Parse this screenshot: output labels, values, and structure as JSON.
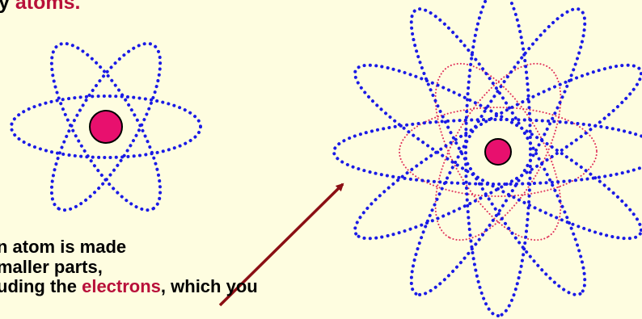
{
  "top_text": {
    "before": "y ",
    "accent": "atoms."
  },
  "caption": {
    "line1": "n atom is made",
    "line2": "maller parts,",
    "line3_before": "uding the ",
    "line3_accent": "electrons",
    "line3_after": ", which you"
  },
  "colors": {
    "background": "#fefde0",
    "orbit": "#1a1ae6",
    "orbit_secondary": "#e0305a",
    "nucleus": "#e8106e",
    "arrow": "#8b0f14",
    "accent_text": "#b8103a"
  }
}
